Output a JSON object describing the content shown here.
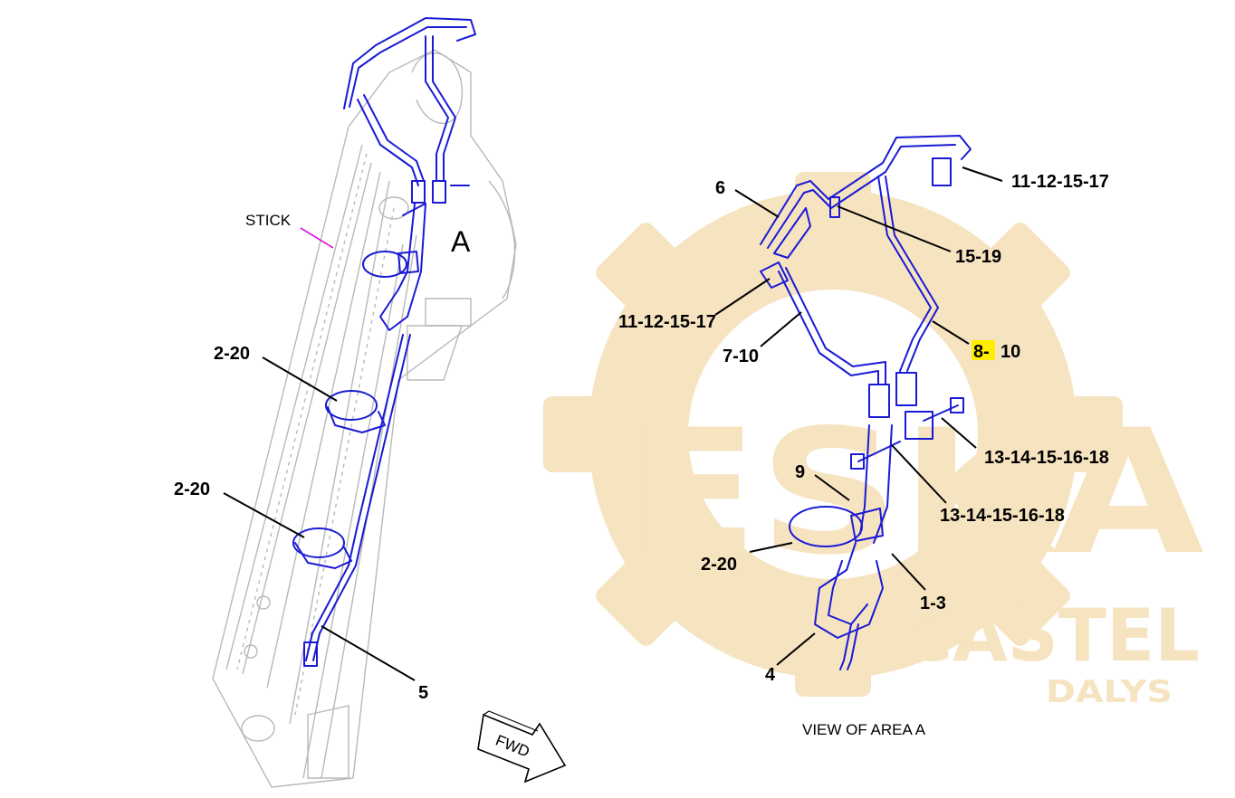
{
  "watermark": {
    "brand": "ESKA",
    "sub_brand": "CASTEL",
    "tagline": "DALYS",
    "color": "#f6e3c0"
  },
  "labels": {
    "stick": "STICK",
    "area_a": "A",
    "view_of_area": "VIEW OF AREA A",
    "fwd": "FWD"
  },
  "callouts_left": {
    "c_2_20_upper": "2-20",
    "c_2_20_lower": "2-20",
    "c_5": "5"
  },
  "callouts_right": {
    "c_6": "6",
    "c_11_top": "11-12-15-17",
    "c_15_19": "15-19",
    "c_11_mid": "11-12-15-17",
    "c_7_10": "7-10",
    "c_8_hl": "8-",
    "c_8_rest": "10",
    "c_13_a": "13-14-15-16-18",
    "c_13_b": "13-14-15-16-18",
    "c_9": "9",
    "c_2_20": "2-20",
    "c_1_3": "1-3",
    "c_4": "4"
  },
  "colors": {
    "hose": "#1a1ad6",
    "outline": "#b8b8b8",
    "stick_leader": "#e000e0",
    "highlight": "#ffee00"
  }
}
